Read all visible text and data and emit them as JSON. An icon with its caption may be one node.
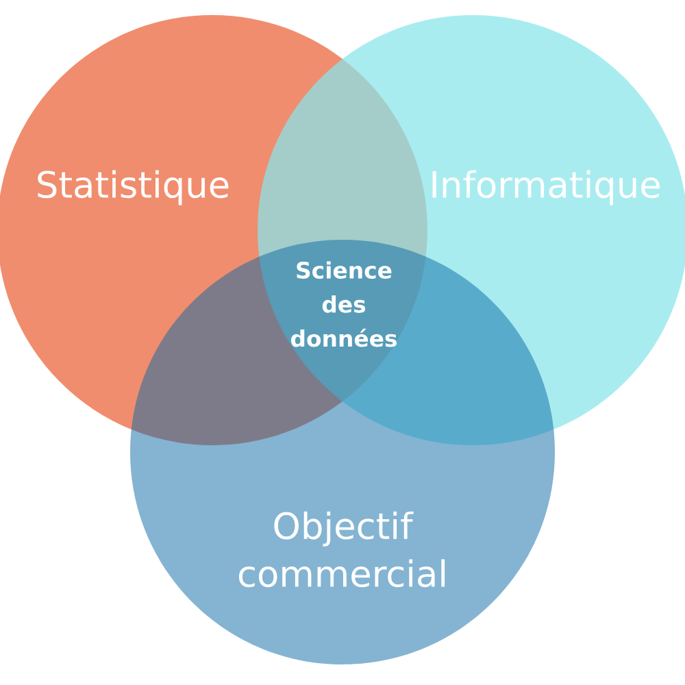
{
  "diagram": {
    "nodes": [
      {
        "text": [
          "Statistique"
        ]
      },
      {
        "text": [
          "Informatique"
        ]
      },
      {
        "text": [
          "Objectif commercial"
        ]
      }
    ],
    "labels": [
      "Science des données"
    ]
  }
}
